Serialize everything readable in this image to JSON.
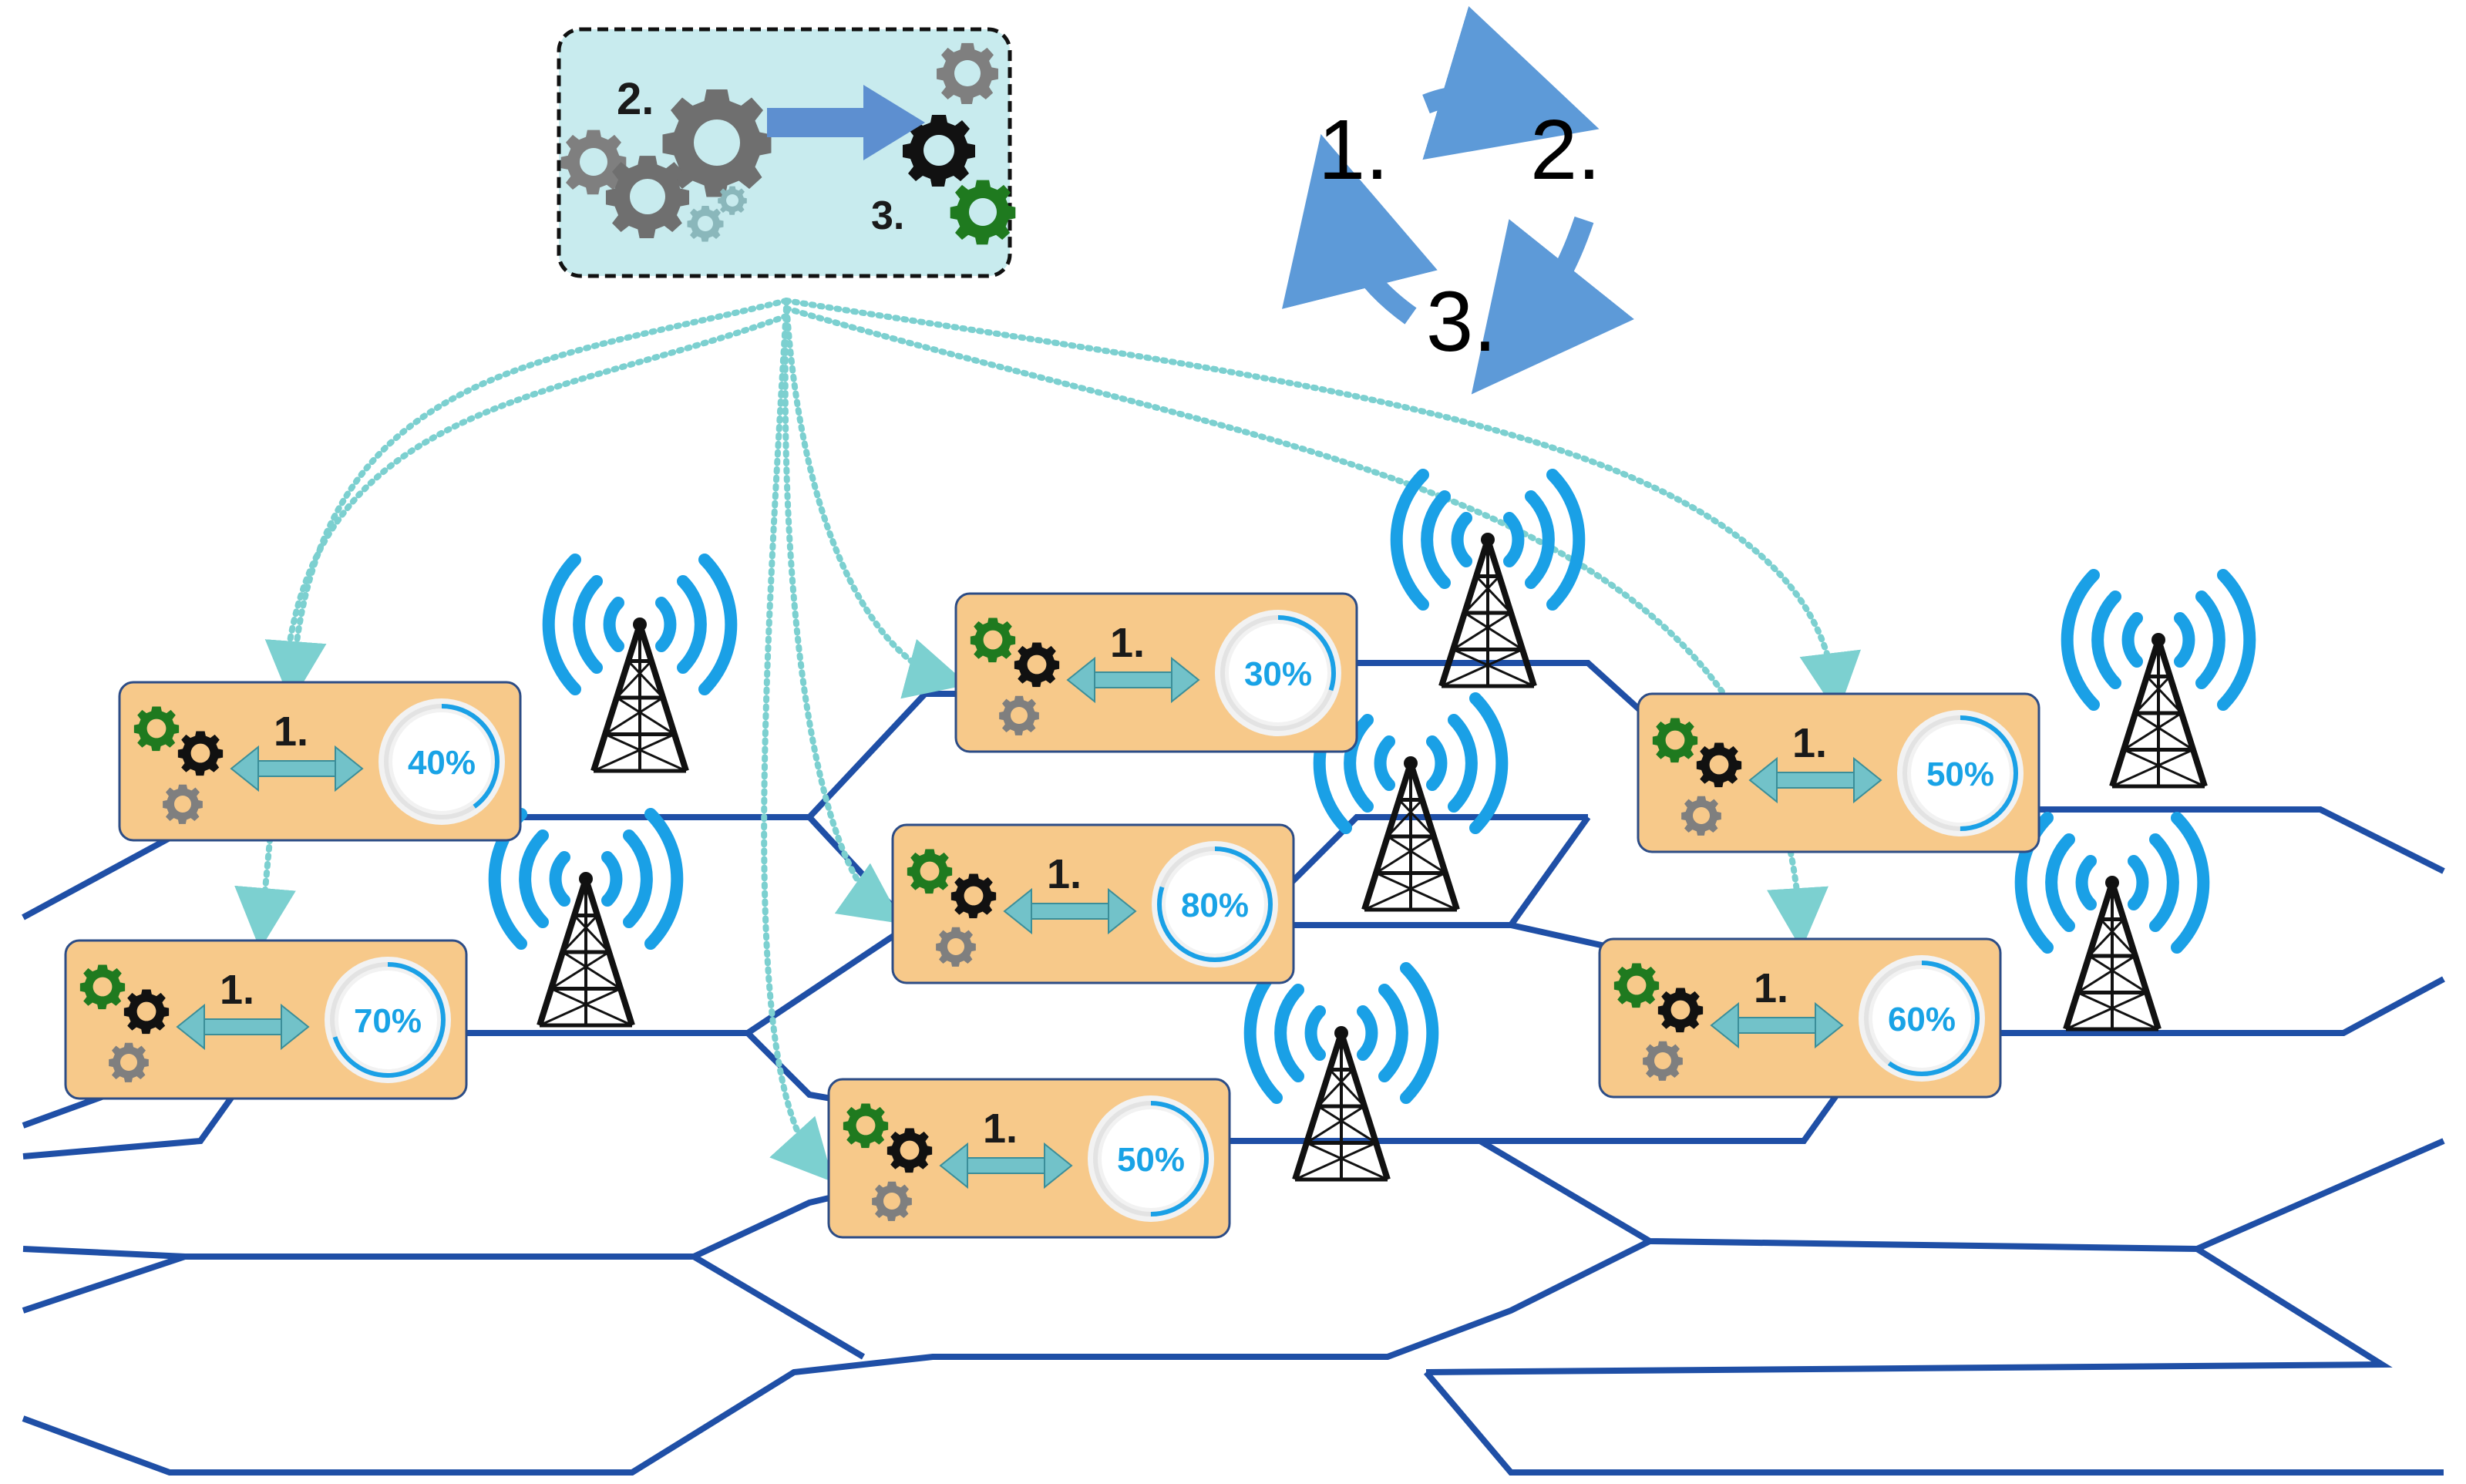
{
  "central_box": {
    "label_2": "2.",
    "label_3": "3."
  },
  "cycle": {
    "step1": "1.",
    "step2": "2.",
    "step3": "3."
  },
  "nodes": [
    {
      "label": "1.",
      "load_text": "40%",
      "load": 0.4
    },
    {
      "label": "1.",
      "load_text": "70%",
      "load": 0.7
    },
    {
      "label": "1.",
      "load_text": "30%",
      "load": 0.3
    },
    {
      "label": "1.",
      "load_text": "80%",
      "load": 0.8
    },
    {
      "label": "1.",
      "load_text": "50%",
      "load": 0.5
    },
    {
      "label": "1.",
      "load_text": "50%",
      "load": 0.5
    },
    {
      "label": "1.",
      "load_text": "60%",
      "load": 0.6
    }
  ],
  "colors": {
    "grid": "#1f4fa6",
    "signal": "#1aa0e6",
    "box": "#f7c98a",
    "box_border": "#2c4c86",
    "central_box": "#c8ebee",
    "link": "#7cd0d0",
    "cycle_arrow": "#5d9ad8",
    "gear_green": "#1f7a1f",
    "gear_black": "#111111",
    "gear_gray": "#7f7f7f"
  }
}
